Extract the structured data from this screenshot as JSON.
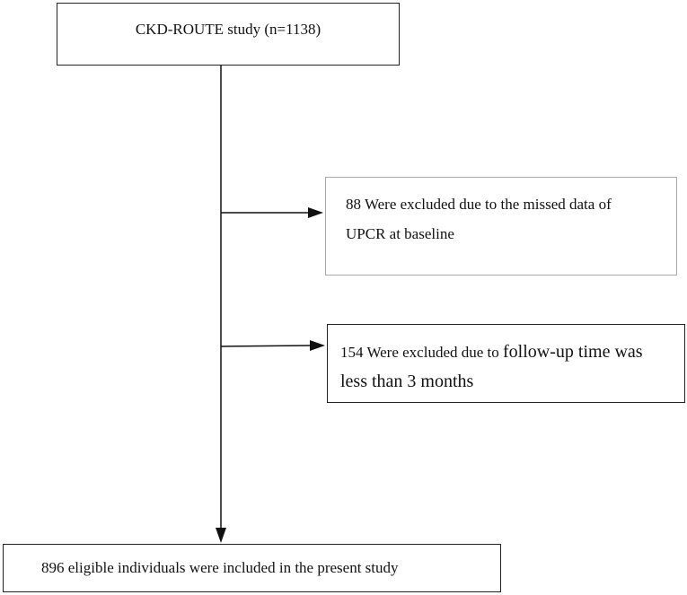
{
  "flowchart": {
    "start": {
      "text": "CKD-ROUTE study (n=1138)"
    },
    "exclusion_1": {
      "line1": "88 Were excluded due to the missed data of",
      "line2": "UPCR at baseline"
    },
    "exclusion_2": {
      "line1_small": "154 Were excluded due to ",
      "line1_large": "follow-up time was",
      "line2": "less than 3 months"
    },
    "end": {
      "text": "896 eligible individuals were included in the present study"
    }
  },
  "colors": {
    "line": "#111111",
    "box_border": "#222222",
    "exclusion_1_border": "#a8a8a8",
    "background": "#ffffff"
  }
}
